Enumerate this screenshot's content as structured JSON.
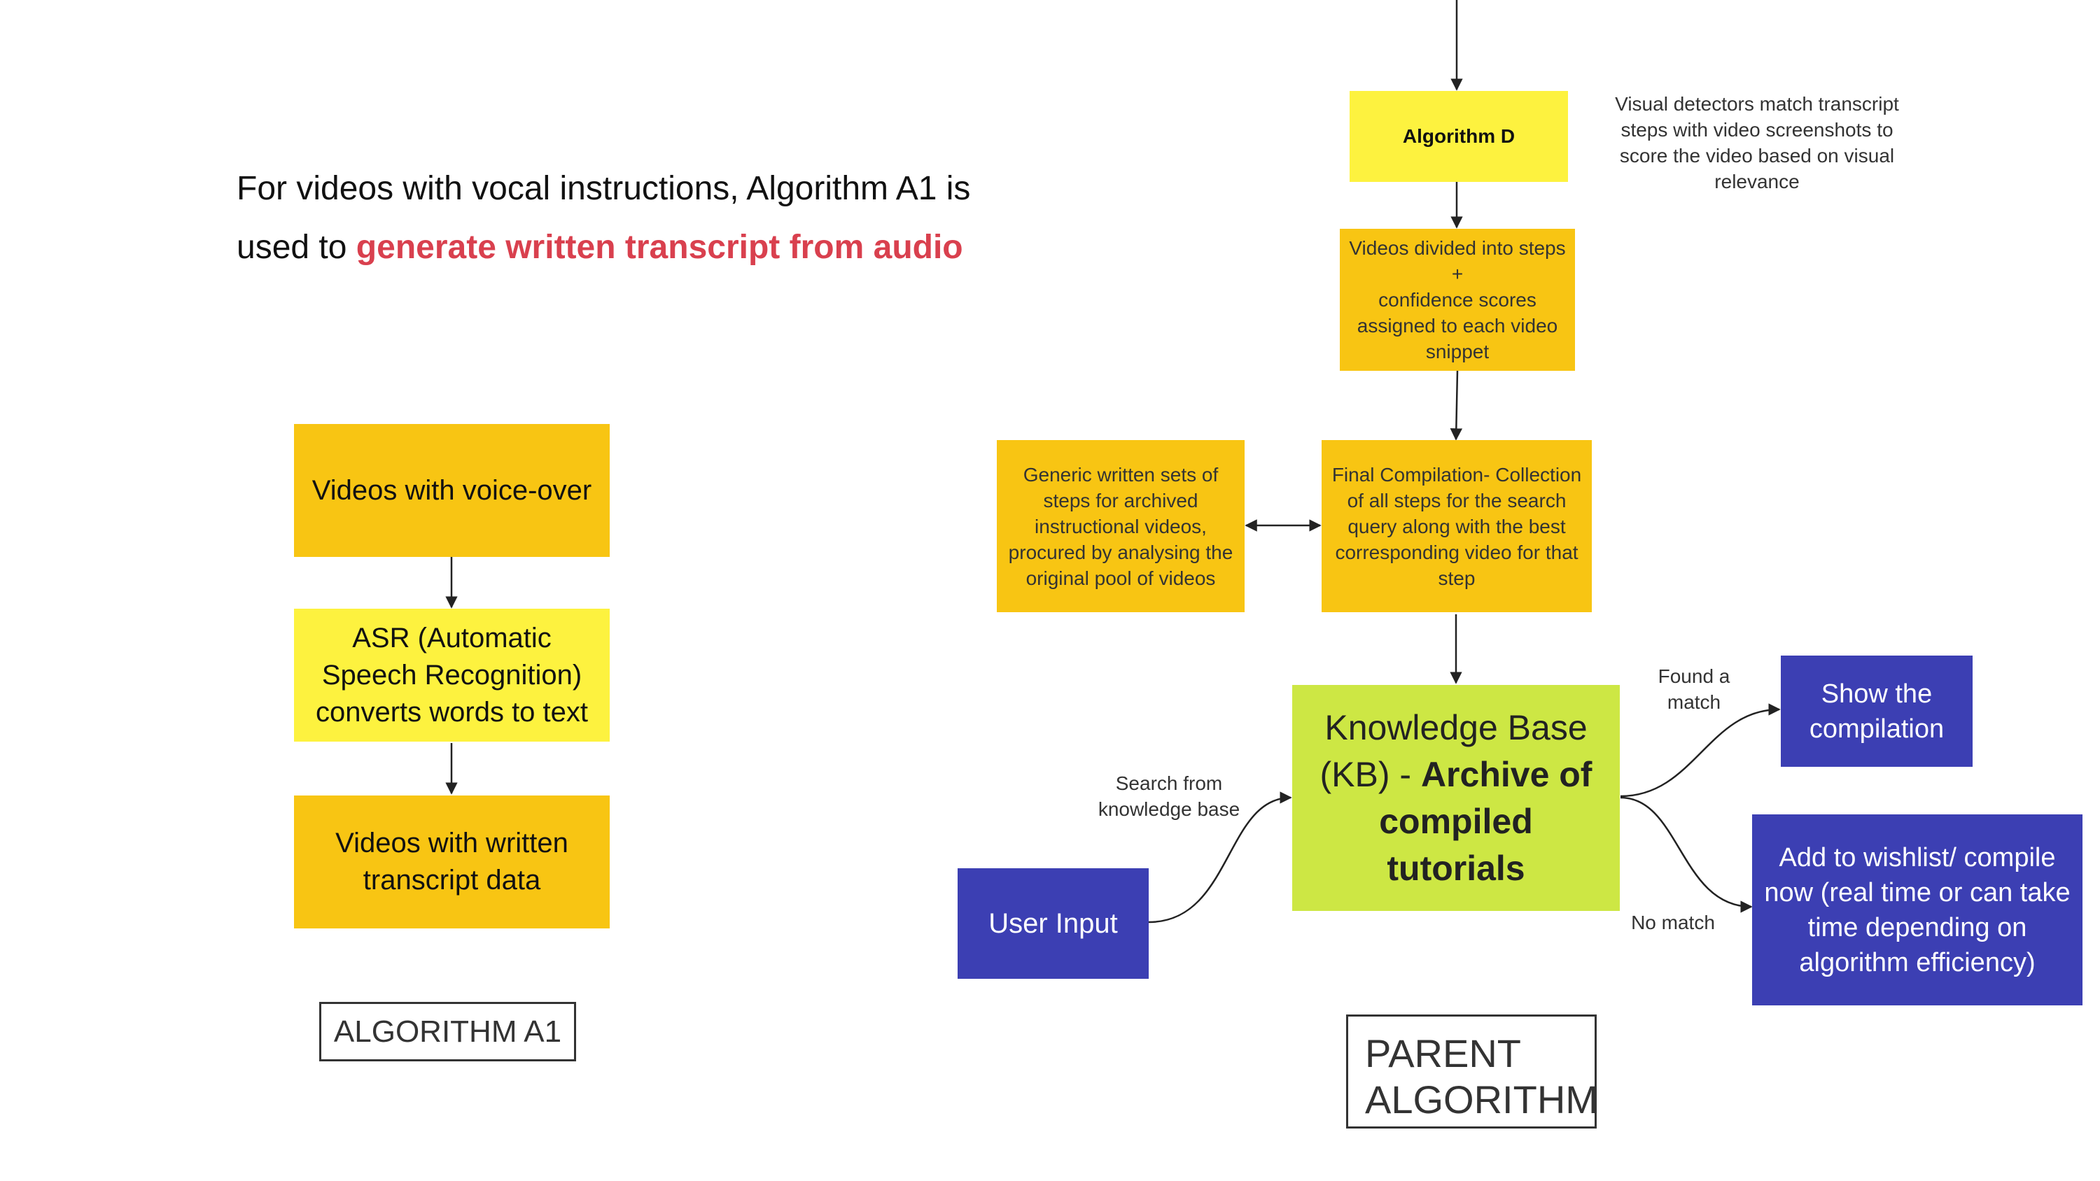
{
  "intro": {
    "line1": "For videos with vocal instructions, Algorithm A1 is",
    "line2_prefix": "used to ",
    "line2_highlight": "generate written transcript from audio",
    "highlight_color": "#d9404e"
  },
  "a1": {
    "box1": "Videos with voice-over",
    "box2": "ASR (Automatic Speech Recognition) converts words to text",
    "box3": "Videos with written transcript data",
    "label": "ALGORITHM A1"
  },
  "parent": {
    "algorithm_d": "Algorithm D",
    "algorithm_d_note": "Visual detectors match transcript steps with video screenshots to score the video based on visual relevance",
    "steps_line1": "Videos divided into steps",
    "steps_line2": "+",
    "steps_line3": "confidence scores assigned to each video snippet",
    "generic_sets": "Generic written sets of steps for archived instructional videos, procured by analysing the original pool of videos",
    "final_compilation": "Final Compilation- Collection of all steps for the search query along with the best corresponding video for that step",
    "kb_prefix": "Knowledge Base (KB) - ",
    "kb_bold": "Archive of compiled tutorials",
    "user_input": "User Input",
    "search_note": "Search from knowledge base",
    "found_note": "Found a match",
    "no_match_note": "No match",
    "show_compilation": "Show the compilation",
    "wishlist": "Add to wishlist/ compile now (real time or can take time depending on algorithm efficiency)",
    "label": "PARENT ALGORITHM"
  },
  "colors": {
    "orange": "#f8c513",
    "yellow": "#fdf23f",
    "green": "#cde744",
    "blue": "#3c3fb3"
  }
}
